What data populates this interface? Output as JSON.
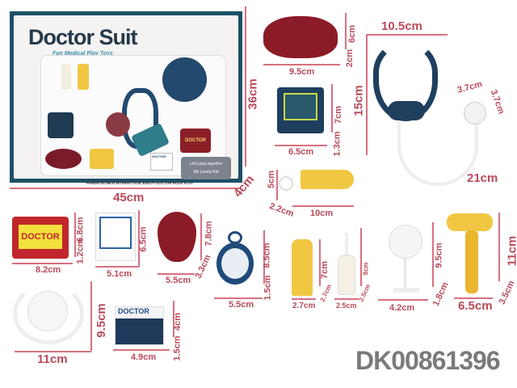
{
  "box": {
    "title": "Doctor Suit",
    "subtitle": "Fun Medical Play Toys",
    "tag1": "Let's play together",
    "tag2": "My Lovely Kid",
    "footer": "PARENT&CHILD INTERACTION, ENJOY DOCTOR ROLE PLAY",
    "card_word": "DOCTOR",
    "kit_word": "DOCTOR"
  },
  "product_code": "DK00861396",
  "dims": {
    "box_w": "45cm",
    "box_h": "36cm",
    "box_d": "4cm",
    "dish_h": "6cm",
    "dish_d": "2cm",
    "dish_w": "9.5cm",
    "steth_w": "10.5cm",
    "steth_h": "15cm",
    "steth_head_w": "3.7cm",
    "steth_head_h": "3.7cm",
    "steth_tube": "21cm",
    "mon_h": "7cm",
    "mon_d": "1.3cm",
    "mon_w": "6.5cm",
    "syr_h": "5cm",
    "syr_d": "2.2cm",
    "syr_w": "10cm",
    "kit_h": "6.8cm",
    "kit_d": "1.2cm",
    "kit_w": "8.2cm",
    "id_h": "6.5cm",
    "id_w": "5.1cm",
    "light_h": "7.8cm",
    "light_d": "3.3cm",
    "light_w": "5.5cm",
    "watch_h": "8.5cm",
    "watch_d": "1.5cm",
    "watch_w": "5.5cm",
    "bottle_h": "7cm",
    "bottle_d": "2.7cm",
    "bottle_w": "2.7cm",
    "drop_h": "9cm",
    "drop_d": "2.5cm",
    "drop_w": "2.5cm",
    "mirror_h": "9.5cm",
    "mirror_d": "1.8cm",
    "mirror_w": "4.2cm",
    "hammer_h": "11cm",
    "hammer_d": "3.5cm",
    "hammer_w": "6.5cm",
    "head_h": "9.5cm",
    "head_w": "11cm",
    "card_h": "4cm",
    "card_d": "1.5cm",
    "card_w": "4.9cm"
  }
}
